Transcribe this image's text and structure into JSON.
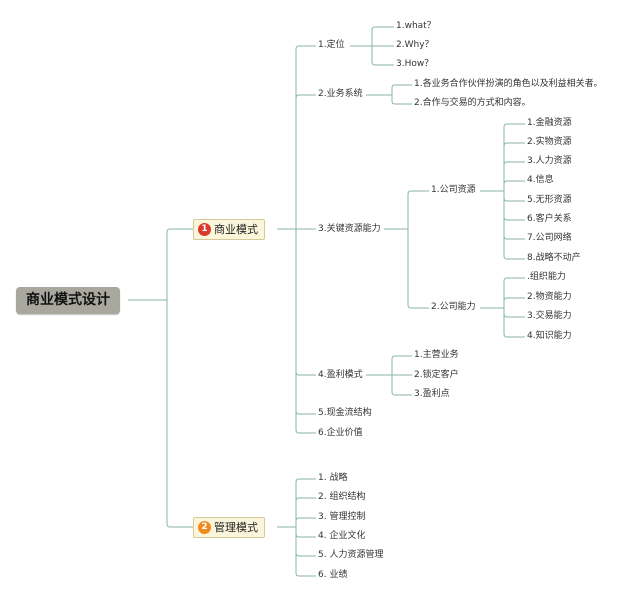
{
  "colors": {
    "line": "#8ab3a4",
    "root_bg": "#a9a89f",
    "main_bg": "#fbf6db",
    "badge_1": "#d93a2b",
    "badge_2": "#ef8a1e"
  },
  "root": "商业模式设计",
  "branches": [
    {
      "badge": "1",
      "label": "商业模式",
      "children": [
        {
          "label": "1.定位",
          "children": [
            "1.what？",
            "2.Why？",
            "3.How？"
          ]
        },
        {
          "label": "2.业务系统",
          "children": [
            "1.各业务合作伙伴扮演的角色以及利益相关者。",
            "2.合作与交易的方式和内容。"
          ]
        },
        {
          "label": "3.关键资源能力",
          "children": [
            {
              "label": "1.公司资源",
              "children": [
                "1.金融资源",
                "2.实物资源",
                "3.人力资源",
                "4.信息",
                "5.无形资源",
                "6.客户关系",
                "7.公司网络",
                "8.战略不动产"
              ]
            },
            {
              "label": "2.公司能力",
              "children": [
                ".组织能力",
                "2.物资能力",
                "3.交易能力",
                "4.知识能力"
              ]
            }
          ]
        },
        {
          "label": "4.盈利模式",
          "children": [
            "1.主营业务",
            "2.锁定客户",
            "3.盈利点"
          ]
        },
        {
          "label": "5.现金流结构"
        },
        {
          "label": "6.企业价值"
        }
      ]
    },
    {
      "badge": "2",
      "label": "管理模式",
      "children": [
        "1. 战略",
        "2. 组织结构",
        "3. 管理控制",
        "4. 企业文化",
        "5. 人力资源管理",
        "6. 业绩"
      ]
    }
  ]
}
